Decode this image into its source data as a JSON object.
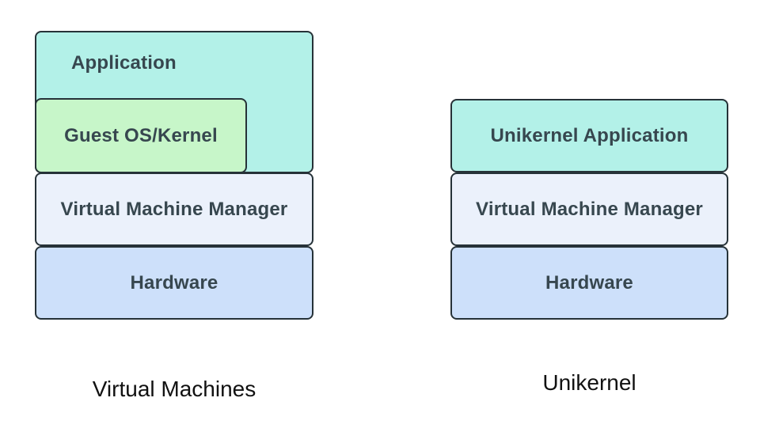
{
  "colors": {
    "teal": "#b3f1e8",
    "green": "#c7f6c9",
    "vmm": "#ebf1fb",
    "hardware": "#cde0fa",
    "border": "#263238",
    "box_text": "#37474f",
    "caption_text": "#111111",
    "background": "#ffffff"
  },
  "vm_stack": {
    "application_label": "Application",
    "guest_os_label": "Guest OS/Kernel",
    "vmm_label": "Virtual Machine Manager",
    "hardware_label": "Hardware",
    "caption": "Virtual Machines"
  },
  "unikernel_stack": {
    "application_label": "Unikernel Application",
    "vmm_label": "Virtual Machine Manager",
    "hardware_label": "Hardware",
    "caption": "Unikernel"
  }
}
